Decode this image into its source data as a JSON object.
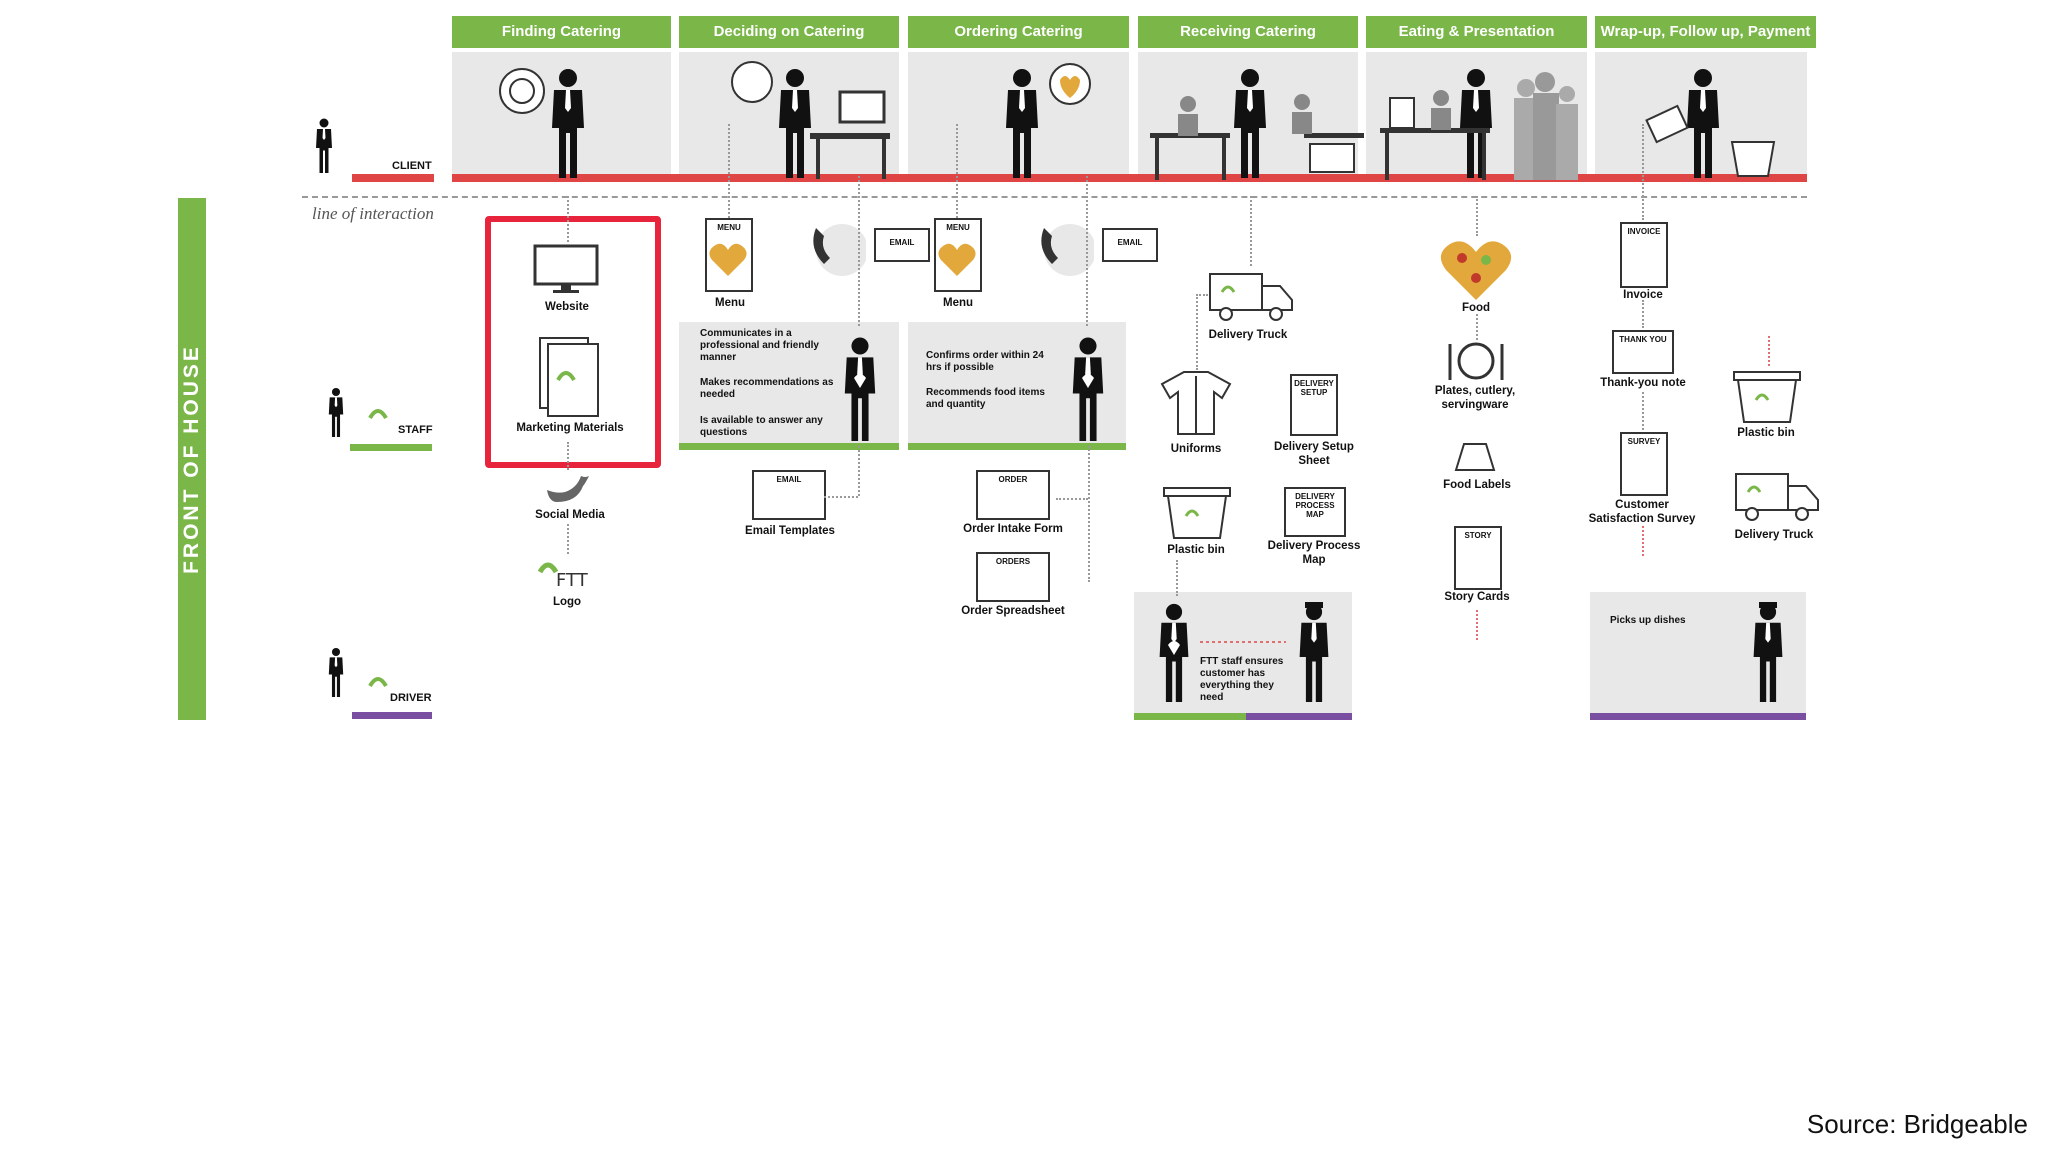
{
  "stages": [
    {
      "label": "Finding Catering"
    },
    {
      "label": "Deciding on Catering"
    },
    {
      "label": "Ordering Catering"
    },
    {
      "label": "Receiving Catering"
    },
    {
      "label": "Eating & Presentation"
    },
    {
      "label": "Wrap-up, Follow up, Payment"
    }
  ],
  "roles": {
    "client": "CLIENT",
    "staff": "STAFF",
    "driver": "DRIVER"
  },
  "line_of_interaction": "line of interaction",
  "front_of_house": "FRONT OF HOUSE",
  "items": {
    "website": "Website",
    "marketing": "Marketing Materials",
    "social": "Social Media",
    "logo": "Logo",
    "menu1": "Menu",
    "email_templates": "Email Templates",
    "menu2": "Menu",
    "order_form": "Order Intake Form",
    "order_sheet": "Order Spreadsheet",
    "delivery_truck1": "Delivery Truck",
    "uniforms": "Uniforms",
    "setup_sheet": "Delivery Setup Sheet",
    "plastic_bin1": "Plastic bin",
    "process_map": "Delivery Process Map",
    "food": "Food",
    "plates": "Plates, cutlery, servingware",
    "food_labels": "Food Labels",
    "story_cards": "Story Cards",
    "invoice": "Invoice",
    "thank_you": "Thank-you note",
    "survey": "Customer Satisfaction Survey",
    "plastic_bin2": "Plastic bin",
    "delivery_truck2": "Delivery Truck"
  },
  "doc_tags": {
    "menu": "MENU",
    "email": "EMAIL",
    "order": "ORDER",
    "orders": "ORDERS",
    "setup": "DELIVERY SETUP",
    "process": "DELIVERY PROCESS MAP",
    "story": "STORY",
    "invoice": "INVOICE",
    "thankyou": "THANK YOU",
    "survey": "SURVEY"
  },
  "notes": {
    "deciding_1": "Communicates in a professional and friendly manner",
    "deciding_2": "Makes recommendations as needed",
    "deciding_3": "Is available to answer any questions",
    "ordering_1": "Confirms order within 24 hrs if possible",
    "ordering_2": "Recommends food items and quantity",
    "receiving": "FTT staff ensures customer has everything they need",
    "wrapup": "Picks up dishes"
  },
  "source": "Source: Bridgeable",
  "colors": {
    "green": "#7ab648",
    "red": "#e04545",
    "purple": "#7a4ea0",
    "highlight": "#e8243c",
    "panel": "#e8e8e8"
  }
}
